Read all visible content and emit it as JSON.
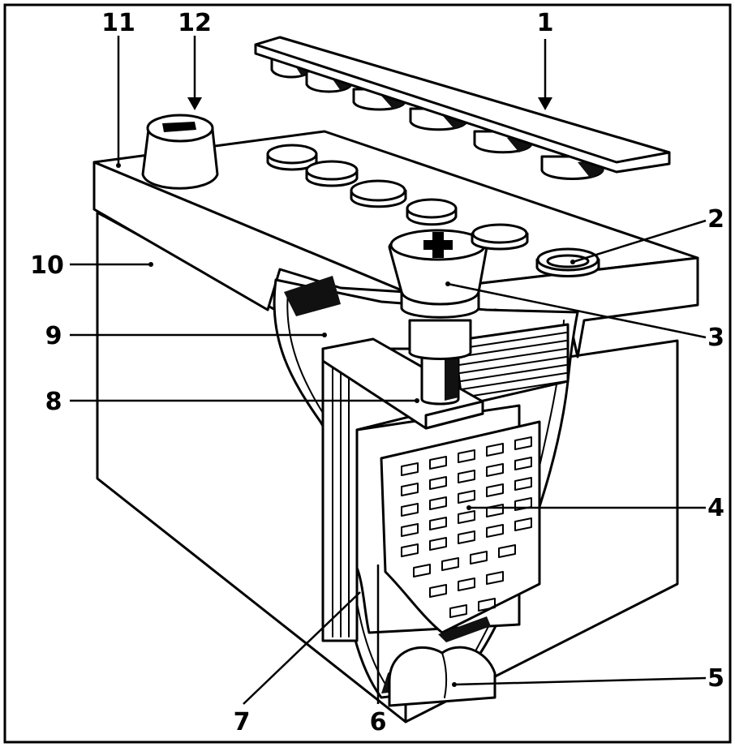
{
  "callouts": {
    "c1": "1",
    "c2": "2",
    "c3": "3",
    "c4": "4",
    "c5": "5",
    "c6": "6",
    "c7": "7",
    "c8": "8",
    "c9": "9",
    "c10": "10",
    "c11": "11",
    "c12": "12"
  },
  "colors": {
    "ink": "#000000",
    "paper": "#ffffff"
  },
  "icons": {
    "negative_terminal": "minus-sign",
    "positive_terminal": "plus-sign"
  }
}
